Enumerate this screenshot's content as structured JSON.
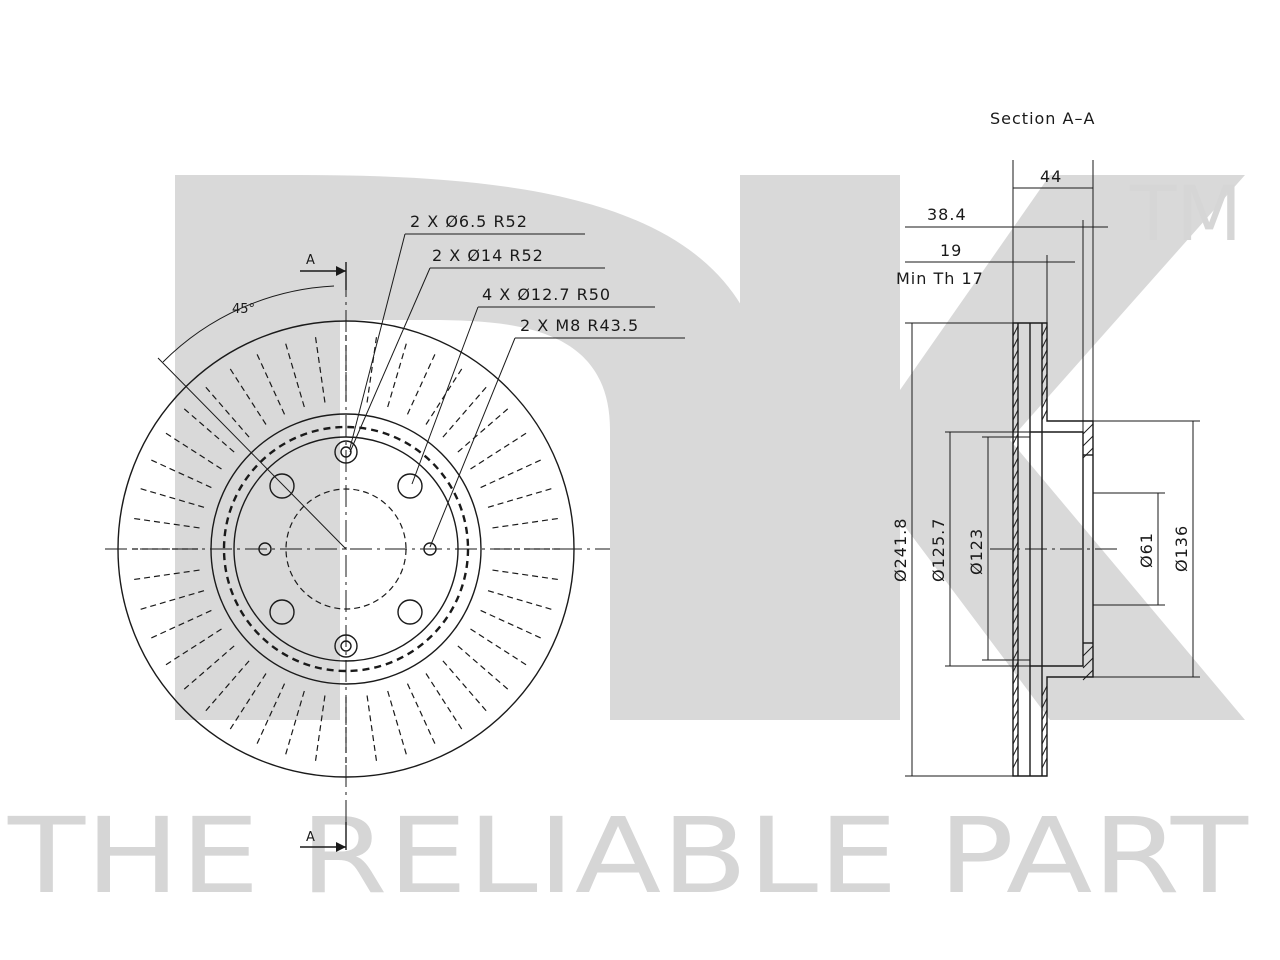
{
  "watermark": {
    "brand": "NK",
    "trademark": "TM",
    "slogan": "THE RELIABLE PART"
  },
  "front_view": {
    "section_marker": "A",
    "angle_label": "45°",
    "callouts": [
      "2 X Ø6.5 R52",
      "2 X Ø14 R52",
      "4 X Ø12.7 R50",
      "2 X M8 R43.5"
    ]
  },
  "section_view": {
    "title": "Section A–A",
    "dimensions": {
      "overall_height": "44",
      "height_38": "38.4",
      "thickness": "19",
      "min_thickness": "Min Th 17",
      "diameter_outer": "Ø241.8",
      "diameter_125": "Ø125.7",
      "diameter_123": "Ø123",
      "diameter_61": "Ø61",
      "diameter_136": "Ø136"
    }
  },
  "colors": {
    "watermark": "#d9d9d9",
    "line": "#1a1a1a",
    "background": "#ffffff"
  }
}
